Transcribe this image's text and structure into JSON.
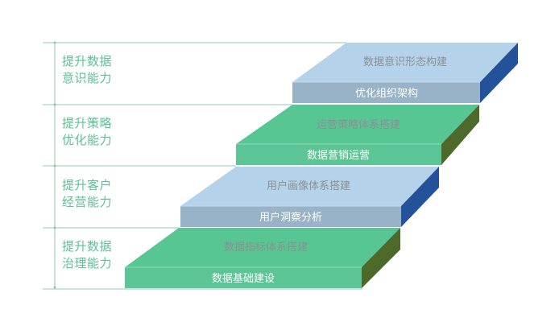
{
  "colors": {
    "axis_line": "#b7dccb",
    "label_text": "#5cc195",
    "blue_top": "#b4d3ea",
    "blue_front": "#98b2c8",
    "blue_side": "#24529a",
    "green_top": "#58c693",
    "green_front": "#5cc596",
    "green_side": "#4d6a2b",
    "top_text": "#8a9094",
    "front_text": "#ffffff"
  },
  "levels": [
    {
      "label": "提升数据\n意识能力",
      "top_text": "数据意识形态构建",
      "front_text": "优化组织架构",
      "theme": "blue"
    },
    {
      "label": "提升策略\n优化能力",
      "top_text": "运营策略体系搭建",
      "front_text": "数据营销运营",
      "theme": "green"
    },
    {
      "label": "提升客户\n经营能力",
      "top_text": "用户画像体系搭建",
      "front_text": "用户洞察分析",
      "theme": "blue"
    },
    {
      "label": "提升数据\n治理能力",
      "top_text": "数据指标体系搭建",
      "front_text": "数据基础建设",
      "theme": "green"
    }
  ]
}
